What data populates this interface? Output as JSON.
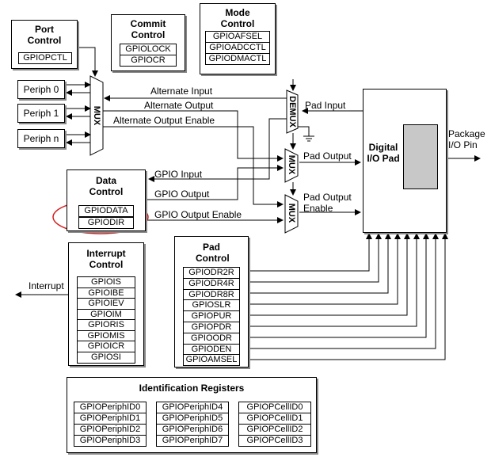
{
  "port_control": {
    "title": "Port Control",
    "registers": [
      "GPIOPCTL"
    ]
  },
  "commit_control": {
    "title": "Commit Control",
    "registers": [
      "GPIOLOCK",
      "GPIOCR"
    ]
  },
  "mode_control": {
    "title": "Mode Control",
    "registers": [
      "GPIOAFSEL",
      "GPIOADCCTL",
      "GPIODMACTL"
    ]
  },
  "peripherals": [
    "Periph 0",
    "Periph 1",
    "Periph n"
  ],
  "mux_label": "MUX",
  "demux_label": "DEMUX",
  "signals": {
    "alternate_input": "Alternate Input",
    "alternate_output": "Alternate Output",
    "alternate_output_enable": "Alternate Output Enable",
    "pad_input": "Pad Input",
    "pad_output": "Pad Output",
    "pad_output_enable": "Pad Output Enable",
    "gpio_input": "GPIO Input",
    "gpio_output": "GPIO Output",
    "gpio_output_enable": "GPIO Output Enable",
    "interrupt": "Interrupt"
  },
  "data_control": {
    "title": "Data Control",
    "registers": [
      "GPIODATA",
      "GPIODIR"
    ]
  },
  "interrupt_control": {
    "title": "Interrupt Control",
    "registers": [
      "GPIOIS",
      "GPIOIBE",
      "GPIOIEV",
      "GPIOIM",
      "GPIORIS",
      "GPIOMIS",
      "GPIOICR",
      "GPIOSI"
    ]
  },
  "pad_control": {
    "title": "Pad Control",
    "registers": [
      "GPIODR2R",
      "GPIODR4R",
      "GPIODR8R",
      "GPIOSLR",
      "GPIOPUR",
      "GPIOPDR",
      "GPIOODR",
      "GPIODEN",
      "GPIOAMSEL"
    ]
  },
  "digital_io_pad": {
    "title": "Digital I/O Pad"
  },
  "package_pin": "Package I/O Pin",
  "identification": {
    "title": "Identification Registers",
    "columns": [
      [
        "GPIOPeriphID0",
        "GPIOPeriphID1",
        "GPIOPeriphID2",
        "GPIOPeriphID3"
      ],
      [
        "GPIOPeriphID4",
        "GPIOPeriphID5",
        "GPIOPeriphID6",
        "GPIOPeriphID7"
      ],
      [
        "GPIOPCellID0",
        "GPIOPCellID1",
        "GPIOPCellID2",
        "GPIOPCellID3"
      ]
    ]
  },
  "colors": {
    "highlight": "#d42020",
    "pad_fill": "#c8c8c8",
    "shadow": "#888888"
  }
}
